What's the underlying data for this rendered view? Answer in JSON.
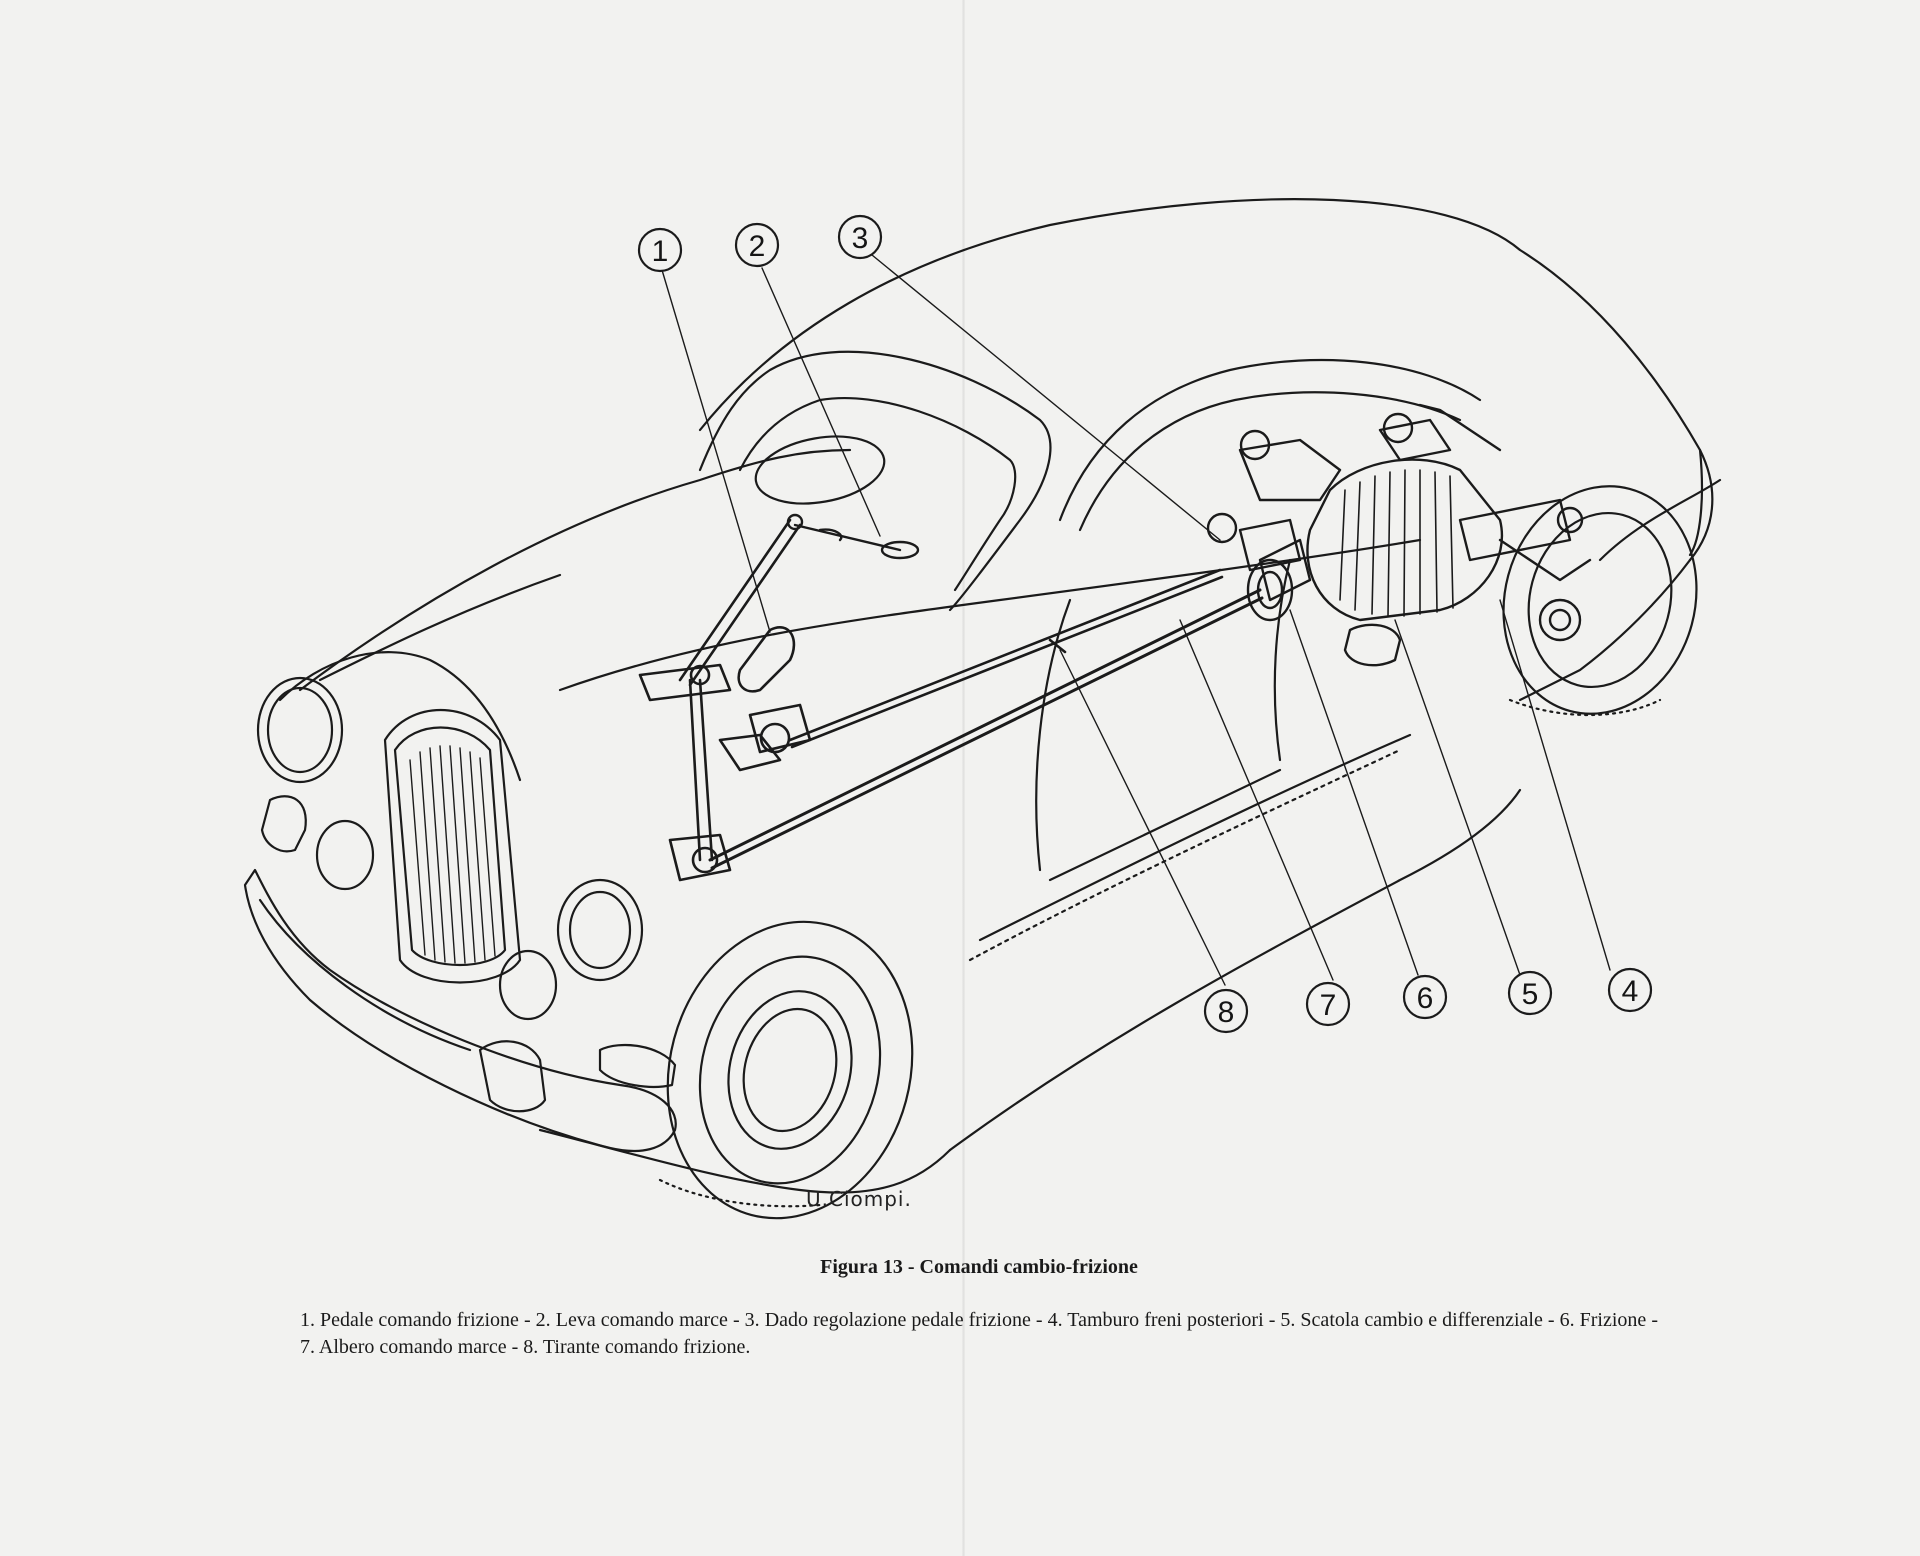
{
  "figure": {
    "title": "Figura 13 - Comandi cambio-frizione",
    "legend": "1. Pedale comando frizione - 2. Leva comando marce - 3. Dado regolazione pedale frizione - 4. Tamburo freni posteriori - 5. Scatola cambio e differenziale - 6. Frizione - 7. Albero comando marce - 8. Tirante comando frizione.",
    "signature": "U.Ciompi."
  },
  "callouts": [
    {
      "number": "1",
      "label": "Pedale comando frizione"
    },
    {
      "number": "2",
      "label": "Leva comando marce"
    },
    {
      "number": "3",
      "label": "Dado regolazione pedale frizione"
    },
    {
      "number": "4",
      "label": "Tamburo freni posteriori"
    },
    {
      "number": "5",
      "label": "Scatola cambio e differenziale"
    },
    {
      "number": "6",
      "label": "Frizione"
    },
    {
      "number": "7",
      "label": "Albero comando marce"
    },
    {
      "number": "8",
      "label": "Tirante comando frizione"
    }
  ]
}
